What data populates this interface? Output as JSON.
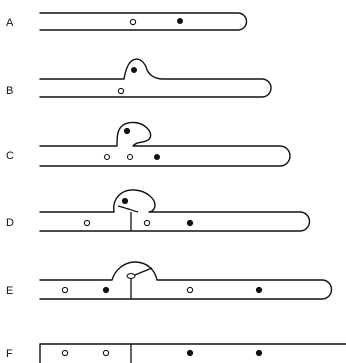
{
  "stages": [
    {
      "label": "A"
    },
    {
      "label": "B"
    },
    {
      "label": "C"
    },
    {
      "label": "D"
    },
    {
      "label": "E"
    },
    {
      "label": "F"
    }
  ]
}
